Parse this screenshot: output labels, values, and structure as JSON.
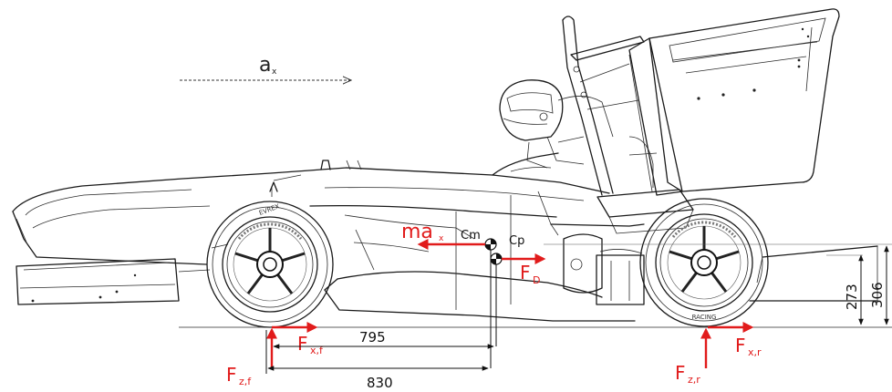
{
  "labels": {
    "acceleration": "a",
    "acceleration_sub": "x",
    "inertia": "ma",
    "inertia_sub": "x",
    "cm": "Cm",
    "cp": "Cp",
    "drag": "F",
    "drag_sub": "D",
    "fxf": "F",
    "fxf_sub": "x,f",
    "fzf": "F",
    "fzf_sub": "z,f",
    "fzr": "F",
    "fzr_sub": "z,r",
    "fxr": "F",
    "fxr_sub": "x,r",
    "tyre_text_front": "EVREX",
    "tyre_text_rear": "RACING"
  },
  "dimensions": {
    "wheelbase_to_cm": "795",
    "wheelbase_to_cp": "830",
    "cm_height": "273",
    "cp_height": "306"
  },
  "colors": {
    "force": "#e11b1b",
    "line": "#1a1a1a"
  }
}
